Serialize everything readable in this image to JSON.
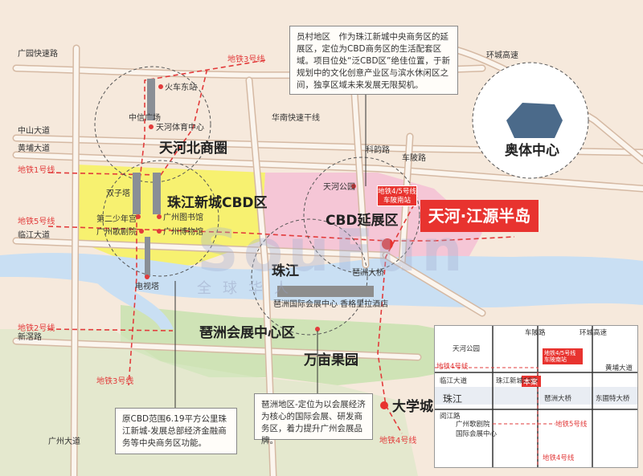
{
  "roads": {
    "guangyuan": "广园快速路",
    "zhongshan": "中山大道",
    "huangpu": "黄埔大道",
    "linjiang": "临江大道",
    "xinjiao": "新滘路",
    "guangzhou": "广州大道",
    "huanan": "华南快速干线",
    "kecun": "科韵路",
    "chebei": "车陂路",
    "huancheng": "环城高速"
  },
  "metro": {
    "line1": "地铁1号线",
    "line2": "地铁2号线",
    "line3a": "地铁3号线",
    "line3b": "地铁3号线",
    "line4": "地铁4号线",
    "line5": "地铁5号线"
  },
  "places": {
    "train_east": "火车东站",
    "citic": "中信广场",
    "tianhe_sports": "天河体育中心",
    "tianhe_north": "天河北商圈",
    "twin_towers": "双子塔",
    "youth_palace": "第二少年宫",
    "opera": "广州歌剧院",
    "library": "广州图书馆",
    "museum": "广州博物馆",
    "zhujiang_cbd": "珠江新城CBD区",
    "tv_tower": "电视塔",
    "tianhe_park": "天河公园",
    "cbd_ext": "CBD延展区",
    "zhujiang": "珠江",
    "pazhou_bridge": "琶洲大桥",
    "expo_center": "琶洲国际会展中心 香格里拉酒店",
    "pazhou_expo": "琶洲会展中心区",
    "wanmu": "万亩果园",
    "olympic": "奥体中心",
    "university": "大学城"
  },
  "station_box": {
    "line1": "地铁4/5号线",
    "line2": "车陂南站"
  },
  "promo": {
    "label": "天河·江源半岛"
  },
  "watermark": {
    "main": "SouFun",
    "sub": "全球华人"
  },
  "callouts": {
    "top": "员村地区　作为珠江新城中央商务区的延展区，定位为CBD商务区的生活配套区域。项目位处“泛CBD区”绝佳位置，于新规划中的文化创意产业区与滨水休闲区之间，独享区域未来发展无限契机。",
    "left": "原CBD范围6.19平方公里珠江新城-发展总部经济金融商务等中央商务区功能。",
    "mid": "琶洲地区-定位为以会展经济为核心的国际会展、研发商务区，着力提升广州会展品牌。"
  },
  "inset": {
    "chebei": "车陂路",
    "huancheng": "环城高速",
    "tianhe_park": "天河公园",
    "huangpu": "黄埔大道",
    "metro4a": "地铁4号线",
    "metro4b": "地铁4号线",
    "metro5": "地铁5号线",
    "zhujiang_cbd": "珠江新城CBD",
    "linjiang": "临江大道",
    "zhujiang": "珠江",
    "pazhou": "琶洲大桥",
    "dongpu": "东圃特大桥",
    "yuejiang": "阅江路",
    "opera": "广州歌剧院",
    "expo": "国际会展中心",
    "station": "地铁4/5号线车陂南站",
    "project": "本案"
  },
  "colors": {
    "promo_red": "#e8332f",
    "cbd_yellow": "#f7f170",
    "ext_pink": "#f5c6d6",
    "river_blue": "#c9dff3",
    "green": "#cfe3b6"
  }
}
